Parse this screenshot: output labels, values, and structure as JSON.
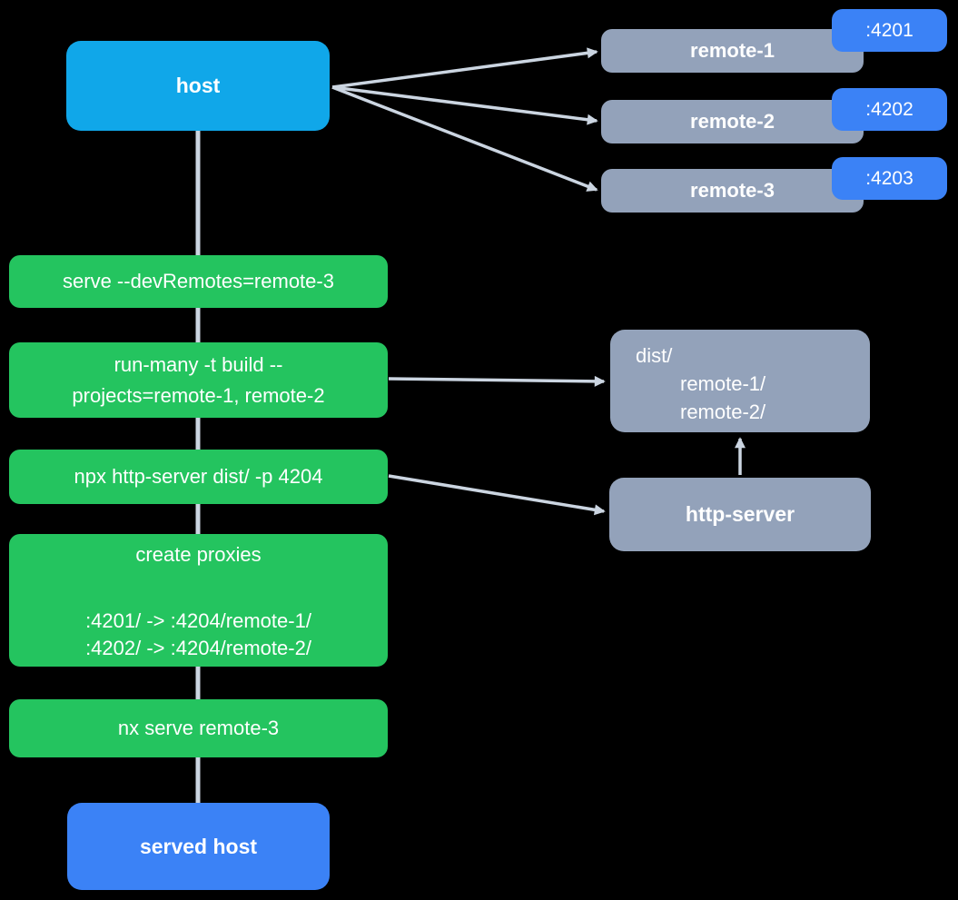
{
  "colors": {
    "background": "#000000",
    "host_fill": "#10a7e9",
    "served_host_fill": "#3b82f6",
    "badge_fill": "#3b82f6",
    "remote_fill": "#93a2ba",
    "step_fill": "#24c45f",
    "connector": "#cbd5e1",
    "text": "#ffffff"
  },
  "host": {
    "label": "host"
  },
  "served_host": {
    "label": "served host"
  },
  "remotes": [
    {
      "label": "remote-1",
      "port": ":4201"
    },
    {
      "label": "remote-2",
      "port": ":4202"
    },
    {
      "label": "remote-3",
      "port": ":4203"
    }
  ],
  "steps": [
    {
      "line1": "serve --devRemotes=remote-3"
    },
    {
      "line1": "run-many -t build --",
      "line2": "projects=remote-1, remote-2"
    },
    {
      "line1": "npx http-server dist/ -p 4204"
    },
    {
      "title": "create proxies",
      "mapping1": ":4201/ -> :4204/remote-1/",
      "mapping2": ":4202/ -> :4204/remote-2/"
    },
    {
      "line1": "nx serve remote-3"
    }
  ],
  "dist_box": {
    "root": "dist/",
    "children": [
      "remote-1/",
      "remote-2/"
    ]
  },
  "http_server": {
    "label": "http-server"
  }
}
